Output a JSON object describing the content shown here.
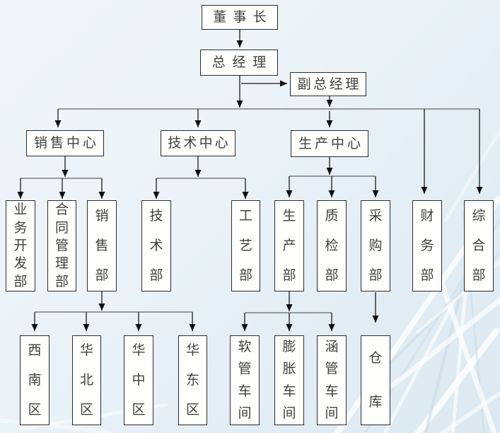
{
  "nodes": {
    "chairman": "董事长",
    "general_manager": "总经理",
    "deputy_general_manager": "副总经理",
    "sales_center": "销售中心",
    "tech_center": "技术中心",
    "production_center": "生产中心",
    "business_dev_dept": "业务开发部",
    "contract_mgmt_dept": "合同管理部",
    "sales_dept": "销售部",
    "tech_dept": "技术部",
    "process_dept": "工艺部",
    "production_dept": "生产部",
    "quality_dept": "质检部",
    "purchasing_dept": "采购部",
    "finance_dept": "财务部",
    "general_affairs_dept": "综合部",
    "region_southwest": "西南区",
    "region_north": "华北区",
    "region_central": "华中区",
    "region_east": "华东区",
    "hose_workshop": "软管车间",
    "expansion_workshop": "膨胀车间",
    "culvert_workshop": "涵管车间",
    "warehouse": "仓库"
  },
  "hierarchy_edges": [
    [
      "chairman",
      "general_manager"
    ],
    [
      "general_manager",
      "deputy_general_manager"
    ],
    [
      "general_manager",
      "sales_center"
    ],
    [
      "general_manager",
      "tech_center"
    ],
    [
      "deputy_general_manager",
      "production_center"
    ],
    [
      "general_manager",
      "finance_dept"
    ],
    [
      "general_manager",
      "general_affairs_dept"
    ],
    [
      "sales_center",
      "business_dev_dept"
    ],
    [
      "sales_center",
      "contract_mgmt_dept"
    ],
    [
      "sales_center",
      "sales_dept"
    ],
    [
      "tech_center",
      "tech_dept"
    ],
    [
      "tech_center",
      "process_dept"
    ],
    [
      "production_center",
      "production_dept"
    ],
    [
      "production_center",
      "quality_dept"
    ],
    [
      "production_center",
      "purchasing_dept"
    ],
    [
      "sales_dept",
      "region_southwest"
    ],
    [
      "sales_dept",
      "region_north"
    ],
    [
      "sales_dept",
      "region_central"
    ],
    [
      "sales_dept",
      "region_east"
    ],
    [
      "production_dept",
      "hose_workshop"
    ],
    [
      "production_dept",
      "expansion_workshop"
    ],
    [
      "production_dept",
      "culvert_workshop"
    ],
    [
      "purchasing_dept",
      "warehouse"
    ]
  ],
  "colors": {
    "background_top_left": "#f0f6fa",
    "background_bottom_right": "#dce8f1",
    "box_fill": "#fffffe",
    "box_border": "#2c2c2c",
    "text": "#3f3f3f",
    "arrow_line": "#1a1a1a",
    "bus_line": "#666666",
    "watermark_streak_light": "#ffffff",
    "watermark_streak_blue": "#ccdde8"
  }
}
